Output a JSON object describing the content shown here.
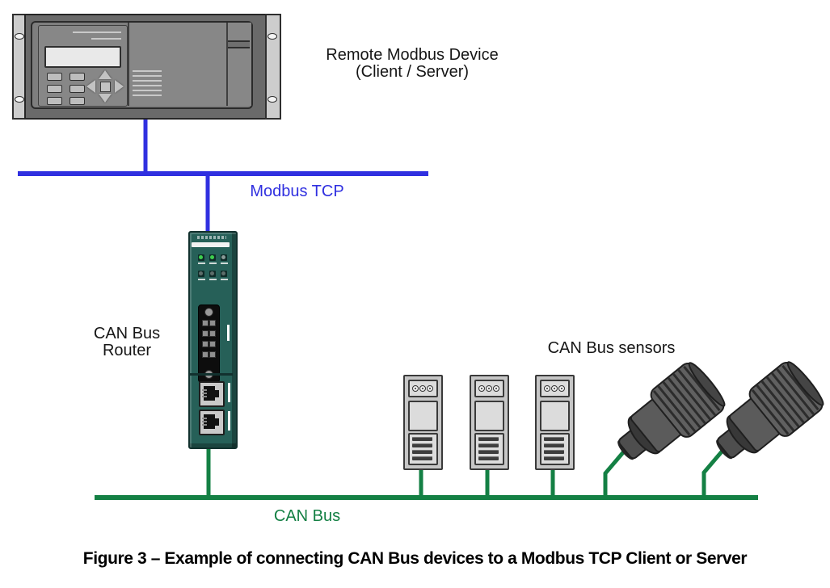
{
  "page": {
    "background": "#FFFFFF"
  },
  "colors": {
    "modbus_blue": "#3030e0",
    "can_green": "#148044",
    "router_teal": "#266058",
    "rack_gray": "#6a6a6a",
    "sensor_gray": "#c6c6c6",
    "led_on_green": "#3ed04e",
    "led_off": "#8a9a97"
  },
  "remote_device": {
    "label_line1": "Remote Modbus Device",
    "label_line2": "(Client / Server)"
  },
  "modbus_bus": {
    "label": "Modbus TCP"
  },
  "router": {
    "label_line1": "CAN Bus",
    "label_line2": "Router"
  },
  "can_bus": {
    "label": "CAN Bus"
  },
  "sensors": {
    "label": "CAN Bus sensors",
    "module_count": 3,
    "probe_count": 2
  },
  "caption": {
    "text": "Figure 3 – Example of connecting CAN Bus devices to a Modbus TCP Client or Server"
  }
}
